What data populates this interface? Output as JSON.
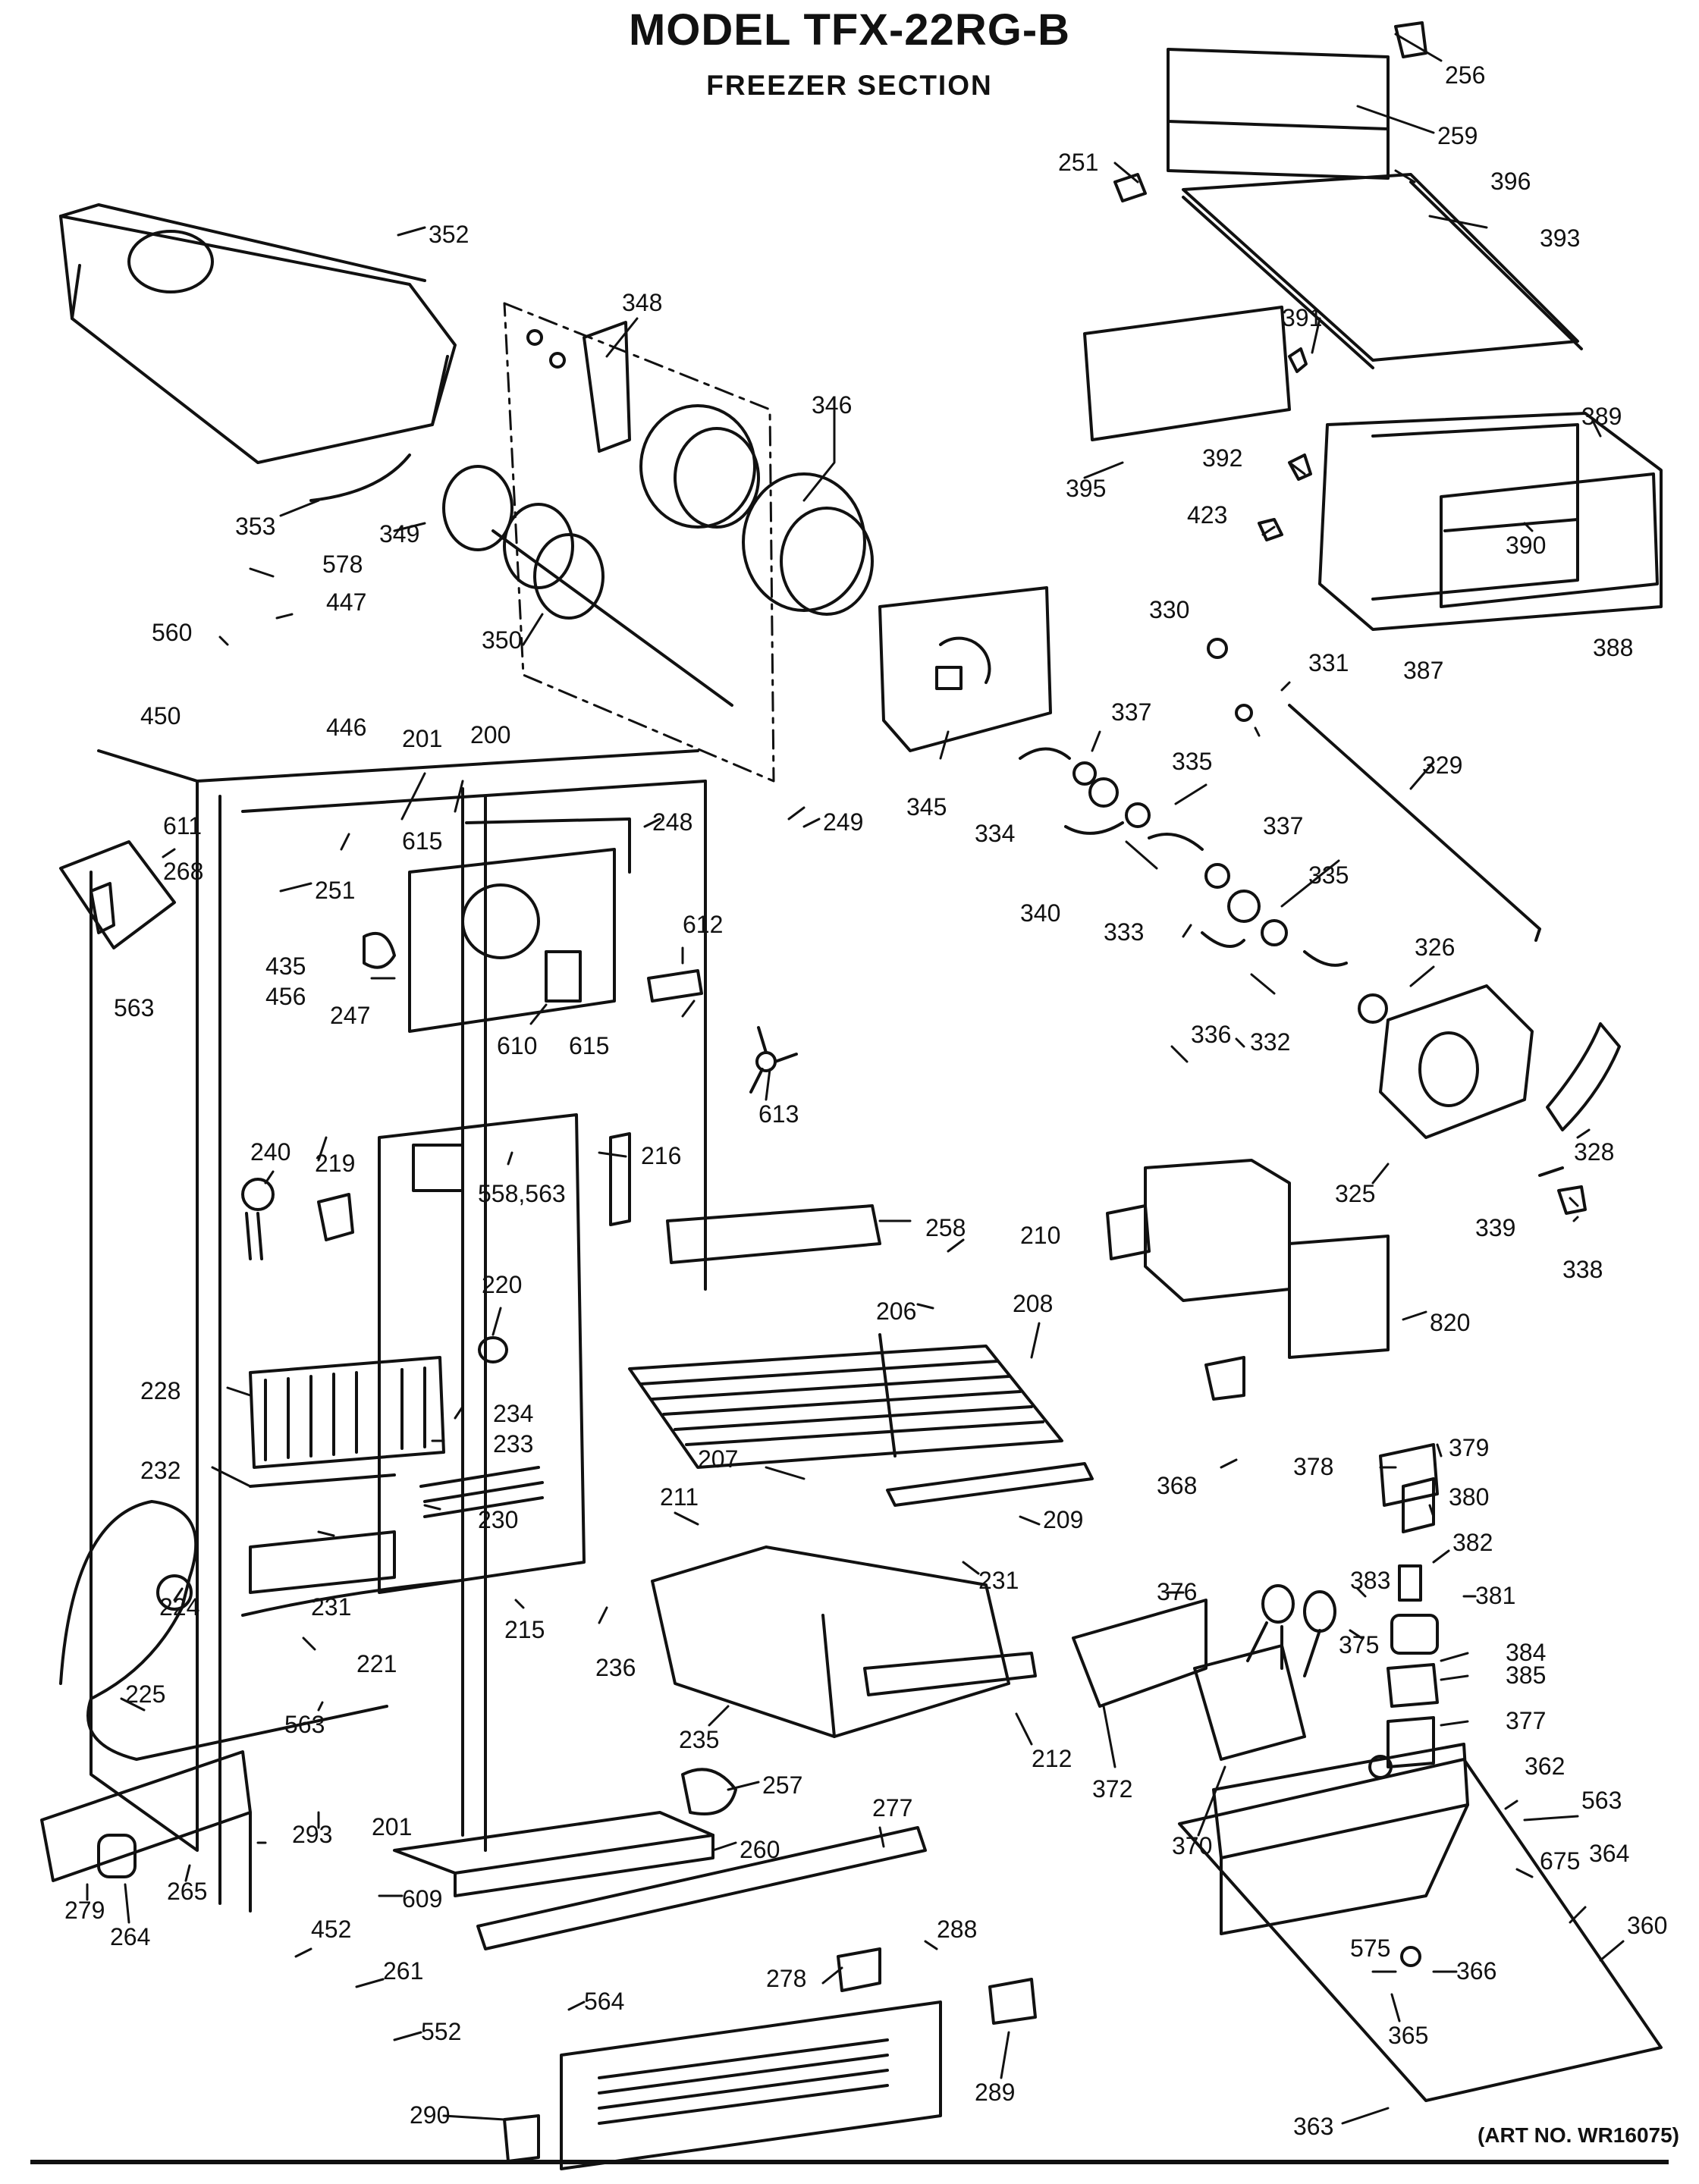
{
  "title": "MODEL TFX-22RG-B",
  "subtitle": "FREEZER SECTION",
  "art_number": "(ART NO. WR16075)",
  "part_numbers": {
    "p256": "256",
    "p259": "259",
    "p251a": "251",
    "p396": "396",
    "p393": "393",
    "p352": "352",
    "p348": "348",
    "p346": "346",
    "p391": "391",
    "p389": "389",
    "p395": "395",
    "p392": "392",
    "p390": "390",
    "p423": "423",
    "p353": "353",
    "p349": "349",
    "p578": "578",
    "p447": "447",
    "p560": "560",
    "p350": "350",
    "p330": "330",
    "p331": "331",
    "p387": "387",
    "p388": "388",
    "p450": "450",
    "p446": "446",
    "p201a": "201",
    "p200": "200",
    "p337a": "337",
    "p335a": "335",
    "p329": "329",
    "p611": "611",
    "p615a": "615",
    "p248": "248",
    "p249": "249",
    "p345": "345",
    "p334": "334",
    "p268": "268",
    "p251b": "251",
    "p612": "612",
    "p337b": "337",
    "p335b": "335",
    "p340": "340",
    "p333": "333",
    "p326": "326",
    "p435": "435",
    "p456": "456",
    "p563a": "563",
    "p247": "247",
    "p610": "610",
    "p615b": "615",
    "p336": "336",
    "p332": "332",
    "p613": "613",
    "p328": "328",
    "p240": "240",
    "p219": "219",
    "p216": "216",
    "p558": "558,563",
    "p325": "325",
    "p258": "258",
    "p210": "210",
    "p339": "339",
    "p338": "338",
    "p220": "220",
    "p206": "206",
    "p208": "208",
    "p820": "820",
    "p228": "228",
    "p234": "234",
    "p233": "233",
    "p368": "368",
    "p232": "232",
    "p207": "207",
    "p379": "379",
    "p378": "378",
    "p211": "211",
    "p209": "209",
    "p380": "380",
    "p230": "230",
    "p382": "382",
    "p231a": "231",
    "p231b": "231",
    "p224": "224",
    "p376": "376",
    "p383": "383",
    "p381": "381",
    "p215": "215",
    "p236": "236",
    "p375": "375",
    "p221": "221",
    "p384": "384",
    "p385": "385",
    "p225": "225",
    "p563b": "563",
    "p377": "377",
    "p235": "235",
    "p212": "212",
    "p257": "257",
    "p372": "372",
    "p277": "277",
    "p362": "362",
    "p563c": "563",
    "p201b": "201",
    "p293": "293",
    "p260": "260",
    "p370": "370",
    "p675": "675",
    "p279": "279",
    "p265": "265",
    "p264": "264",
    "p364": "364",
    "p609": "609",
    "p288": "288",
    "p360": "360",
    "p452": "452",
    "p261": "261",
    "p278": "278",
    "p575": "575",
    "p366": "366",
    "p564": "564",
    "p552": "552",
    "p365": "365",
    "p290": "290",
    "p289": "289",
    "p363": "363"
  }
}
